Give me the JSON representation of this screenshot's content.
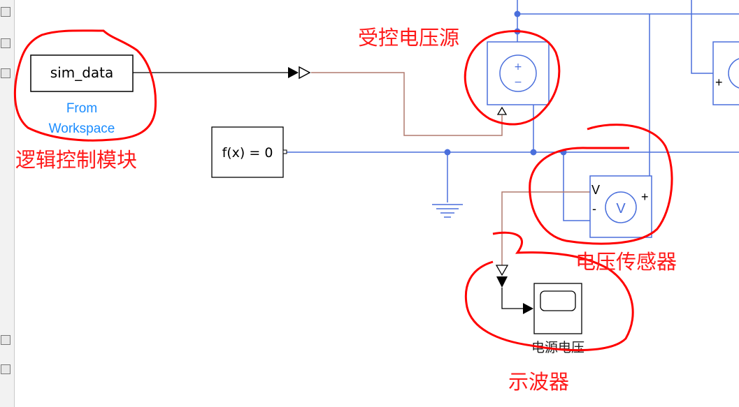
{
  "blocks": {
    "from_workspace": {
      "text": "sim_data",
      "name_line1": "From",
      "name_line2": "Workspace"
    },
    "solver": {
      "text": "f(x) = 0"
    },
    "cvs": {
      "plus": "+",
      "minus": "−"
    },
    "voltage_sensor": {
      "v_label": "V",
      "plus": "+",
      "minus": "-",
      "symbol": "V"
    },
    "scope": {
      "name": "电源电压"
    },
    "right_source": {
      "plus": "+"
    }
  },
  "annotations": {
    "logic_block": "逻辑控制模块",
    "controlled_source": "受控电压源",
    "voltage_sensor": "电压传感器",
    "oscilloscope": "示波器"
  },
  "colors": {
    "annotation": "#ff1a1a",
    "physical_wire": "#4a6fdc",
    "signal_wire": "#b07a6e",
    "block_name": "#1a8cff"
  },
  "icons": [
    "toolbar-icon",
    "ground-icon",
    "scope-screen-icon",
    "converter-arrow-icon"
  ]
}
